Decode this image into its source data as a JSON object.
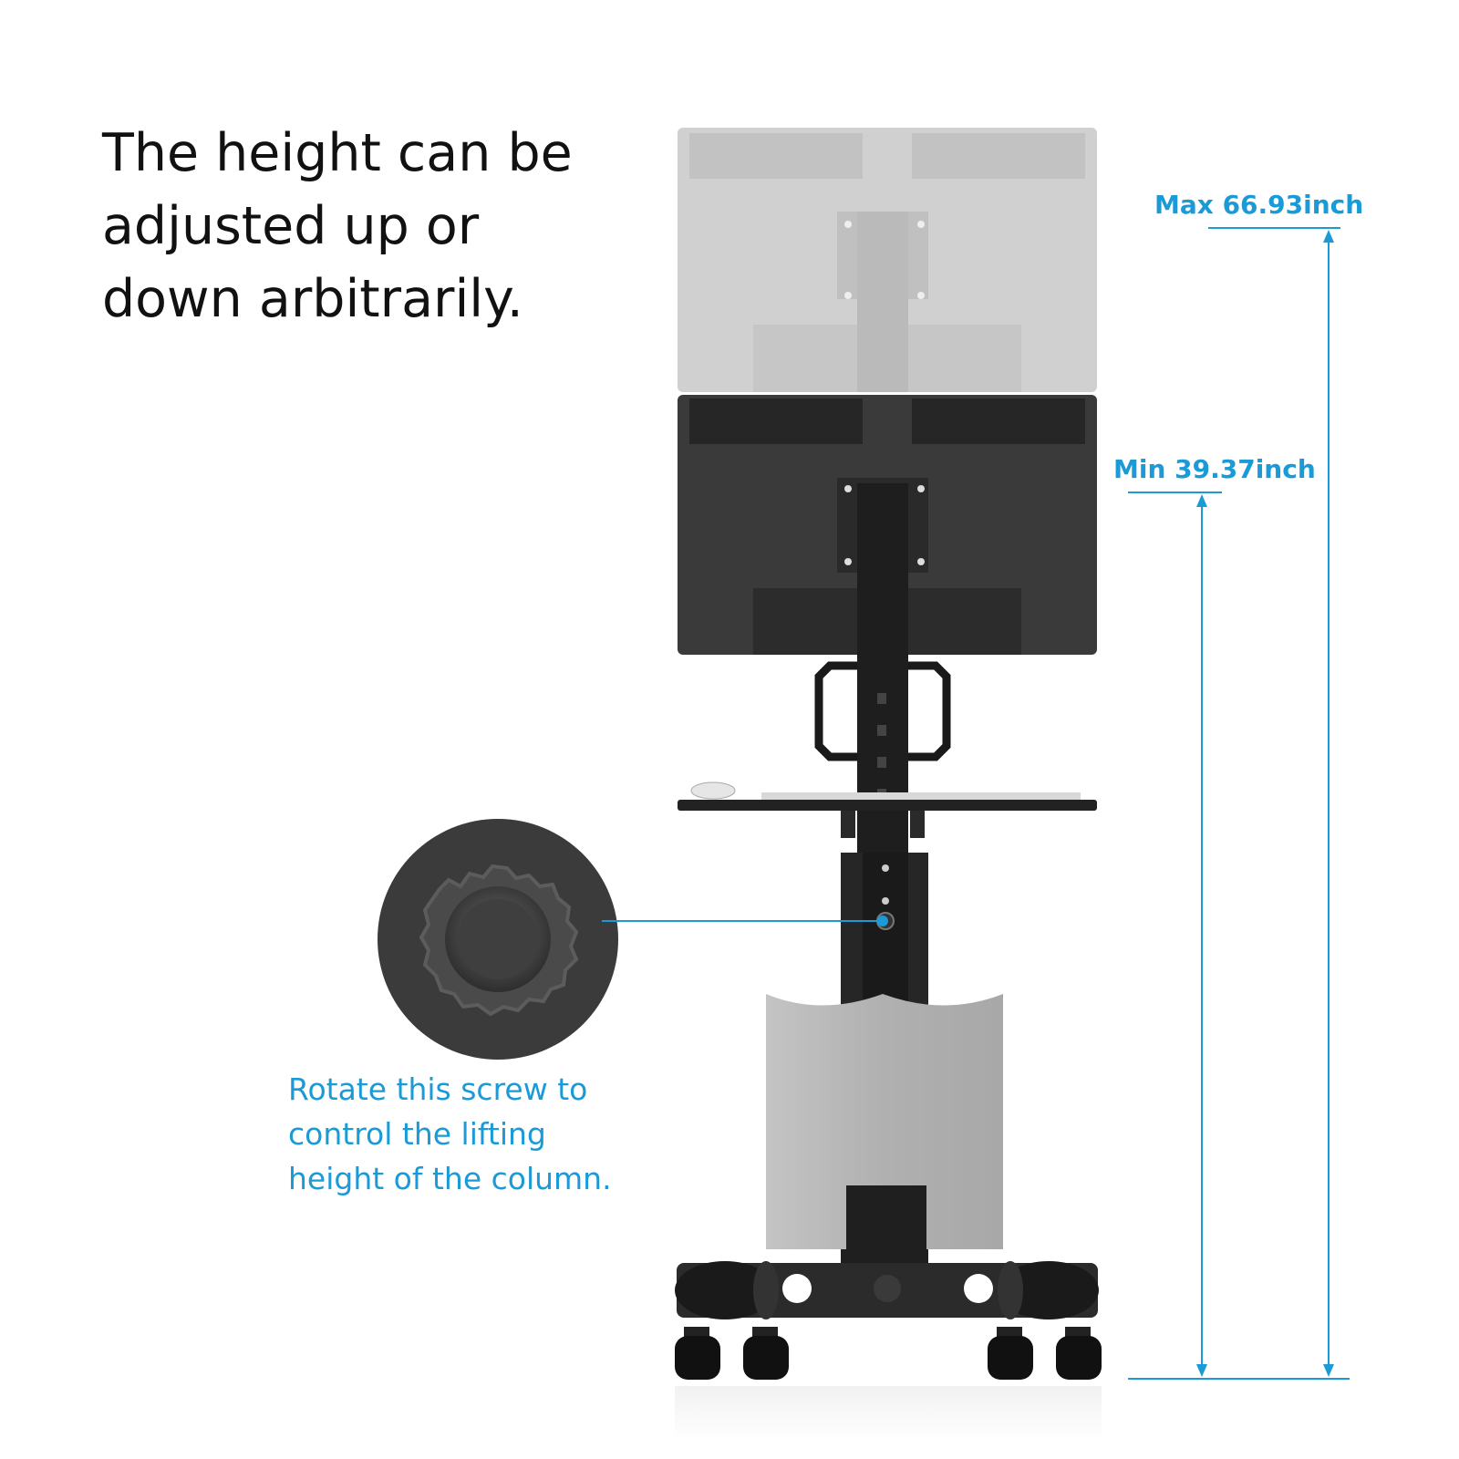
{
  "headline": {
    "lines": [
      "The height can be",
      "adjusted up or",
      "down arbitrarily."
    ]
  },
  "callout": {
    "lines": [
      "Rotate this screw to",
      "control the lifting",
      "height of the column."
    ]
  },
  "dimensions": {
    "max_label": "Max 66.93inch",
    "min_label": "Min 39.37inch"
  },
  "colors": {
    "accent": "#1a9ad6",
    "text": "#111111",
    "frame": "#2a2a2a",
    "ghost": "#c8c8c8",
    "base_silver": "#b4b4b4"
  }
}
